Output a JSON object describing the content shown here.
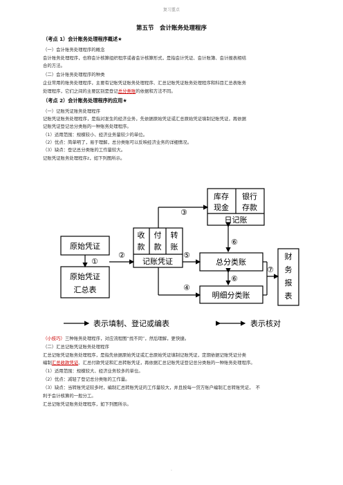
{
  "header": "复习重点",
  "title": "第五节　会计账务处理程序",
  "kp1": "（考点 1）会计账务处理程序概述★",
  "s1_head": "（一）会计账务处理程序的概念",
  "s1_p1a": "会计账务处理程序，也称会计核算组织程序或者会计核算形式，是指会计凭证、会计账簿、会计报表相结",
  "s1_p1b": "合的方法。",
  "s2_head": "（二）会计账务处理程序的种类",
  "s2_p1a": "企业常用的账务处理程序，主要有记账凭证账务处理程序、汇总记账凭证账务处理程序和科目汇总表账务",
  "s2_p1b_pre": "处理程序，它们之间的主要区别是登记",
  "s2_p1b_hl": "总分类账",
  "s2_p1b_post": "的依据和方法不同。",
  "kp2": "（考点 2）会计账务处理程序的应用★",
  "s3_head": "（一）记账凭证账务处理程序",
  "s3_p1a": "记账凭证账务处理程序，是指对发生的经济业务，先依据原始凭证或汇总原始凭证填制记账凭证，再依据",
  "s3_p1b": "记账凭证登记总分类账的一种账务处理程序。",
  "s3_l1": "（1）适用范围：规模较小、经济业务量较少的单位。",
  "s3_l2": "（2）优点：简单明了，易于理解，总分类账可以反映经济业务的详细情况。",
  "s3_l3": "（3）缺点：登记总分类账的工作量较大。",
  "s3_l4": "记账凭证账务处理程序z，如下列图所示。",
  "diagram": {
    "orig": "原始凭证",
    "orig_sum_1": "原始凭证",
    "orig_sum_2": "汇总表",
    "voucher_a": [
      "收",
      "款"
    ],
    "voucher_b": [
      "付",
      "款"
    ],
    "voucher_c": [
      "转",
      "账"
    ],
    "voucher_label": "记账凭证",
    "cash_1": "库存",
    "cash_2": "现金",
    "bank_1": "银行",
    "bank_2": "存款",
    "journal": "日记账",
    "general": "总分类账",
    "detail": "明细分类账",
    "report": [
      "财",
      "务",
      "报",
      "表"
    ],
    "n1": "①",
    "n2": "②",
    "n3": "③",
    "n4": "④",
    "n5": "⑤",
    "n6a": "⑥",
    "n6b": "⑥",
    "n7": "⑦",
    "legend_fill": "表示填制、登记或编表",
    "legend_check": "表示核对"
  },
  "tip_label": "（小技巧）",
  "tip_text": "三种账务处理程序，对应流程图“找不同”，然后理解，更快捷。",
  "s4_head": "（二）汇总记账凭证账务处理程序",
  "s4_p1a": "汇总记账凭证账务处理程序，是指先依据原始凭证或汇总原始凭证填制记账凭证，定期依据记账凭证分类",
  "s4_p1b_pre": "编制",
  "s4_p1b_hl": "汇总收款凭证",
  "s4_p1b_post": "、汇总付款凭证和汇总转账凭证，再依据汇总记账凭证登记总分类账的一种账务处理程序。",
  "s4_l1": "（1）适用范围：规模较大、经济业务较多的单位。",
  "s4_l2": "（2）优点：减轻了登记总分类账的工作量。",
  "s4_l3a": "（3）缺点：当转账凭证较多时，编制汇总转账凭证的工作量较大，并且按每一贷方账户编制汇总转账凭证，　不",
  "s4_l3b": "利于会计核算的一般分工。",
  "s4_l4": "汇总记账凭证账务处理程序，如下列图所示。",
  "footer": "."
}
